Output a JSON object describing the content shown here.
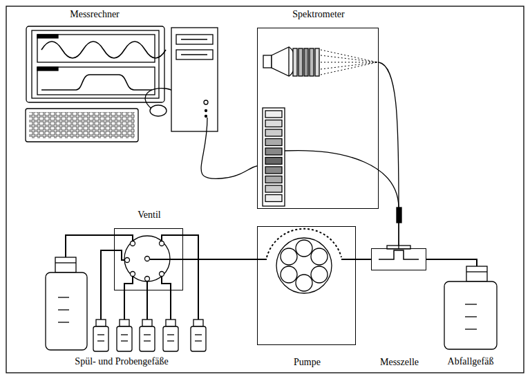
{
  "diagram": {
    "nodes": [
      {
        "text": [
          "Spektrometer"
        ]
      },
      {
        "text": [
          "Ventil"
        ]
      },
      {
        "text": [
          "Pumpe"
        ]
      },
      {
        "text": [
          "Messzelle"
        ]
      }
    ],
    "edges": [
      {
        "from": 1,
        "to": 2,
        "arrow": "none"
      },
      {
        "from": 2,
        "to": 3,
        "arrow": "none"
      },
      {
        "from": 3,
        "to": 0,
        "arrow": "none"
      }
    ],
    "labels": [
      "Messrechner",
      "Spül- und Probengefäße",
      "Abfallgefäß"
    ]
  }
}
